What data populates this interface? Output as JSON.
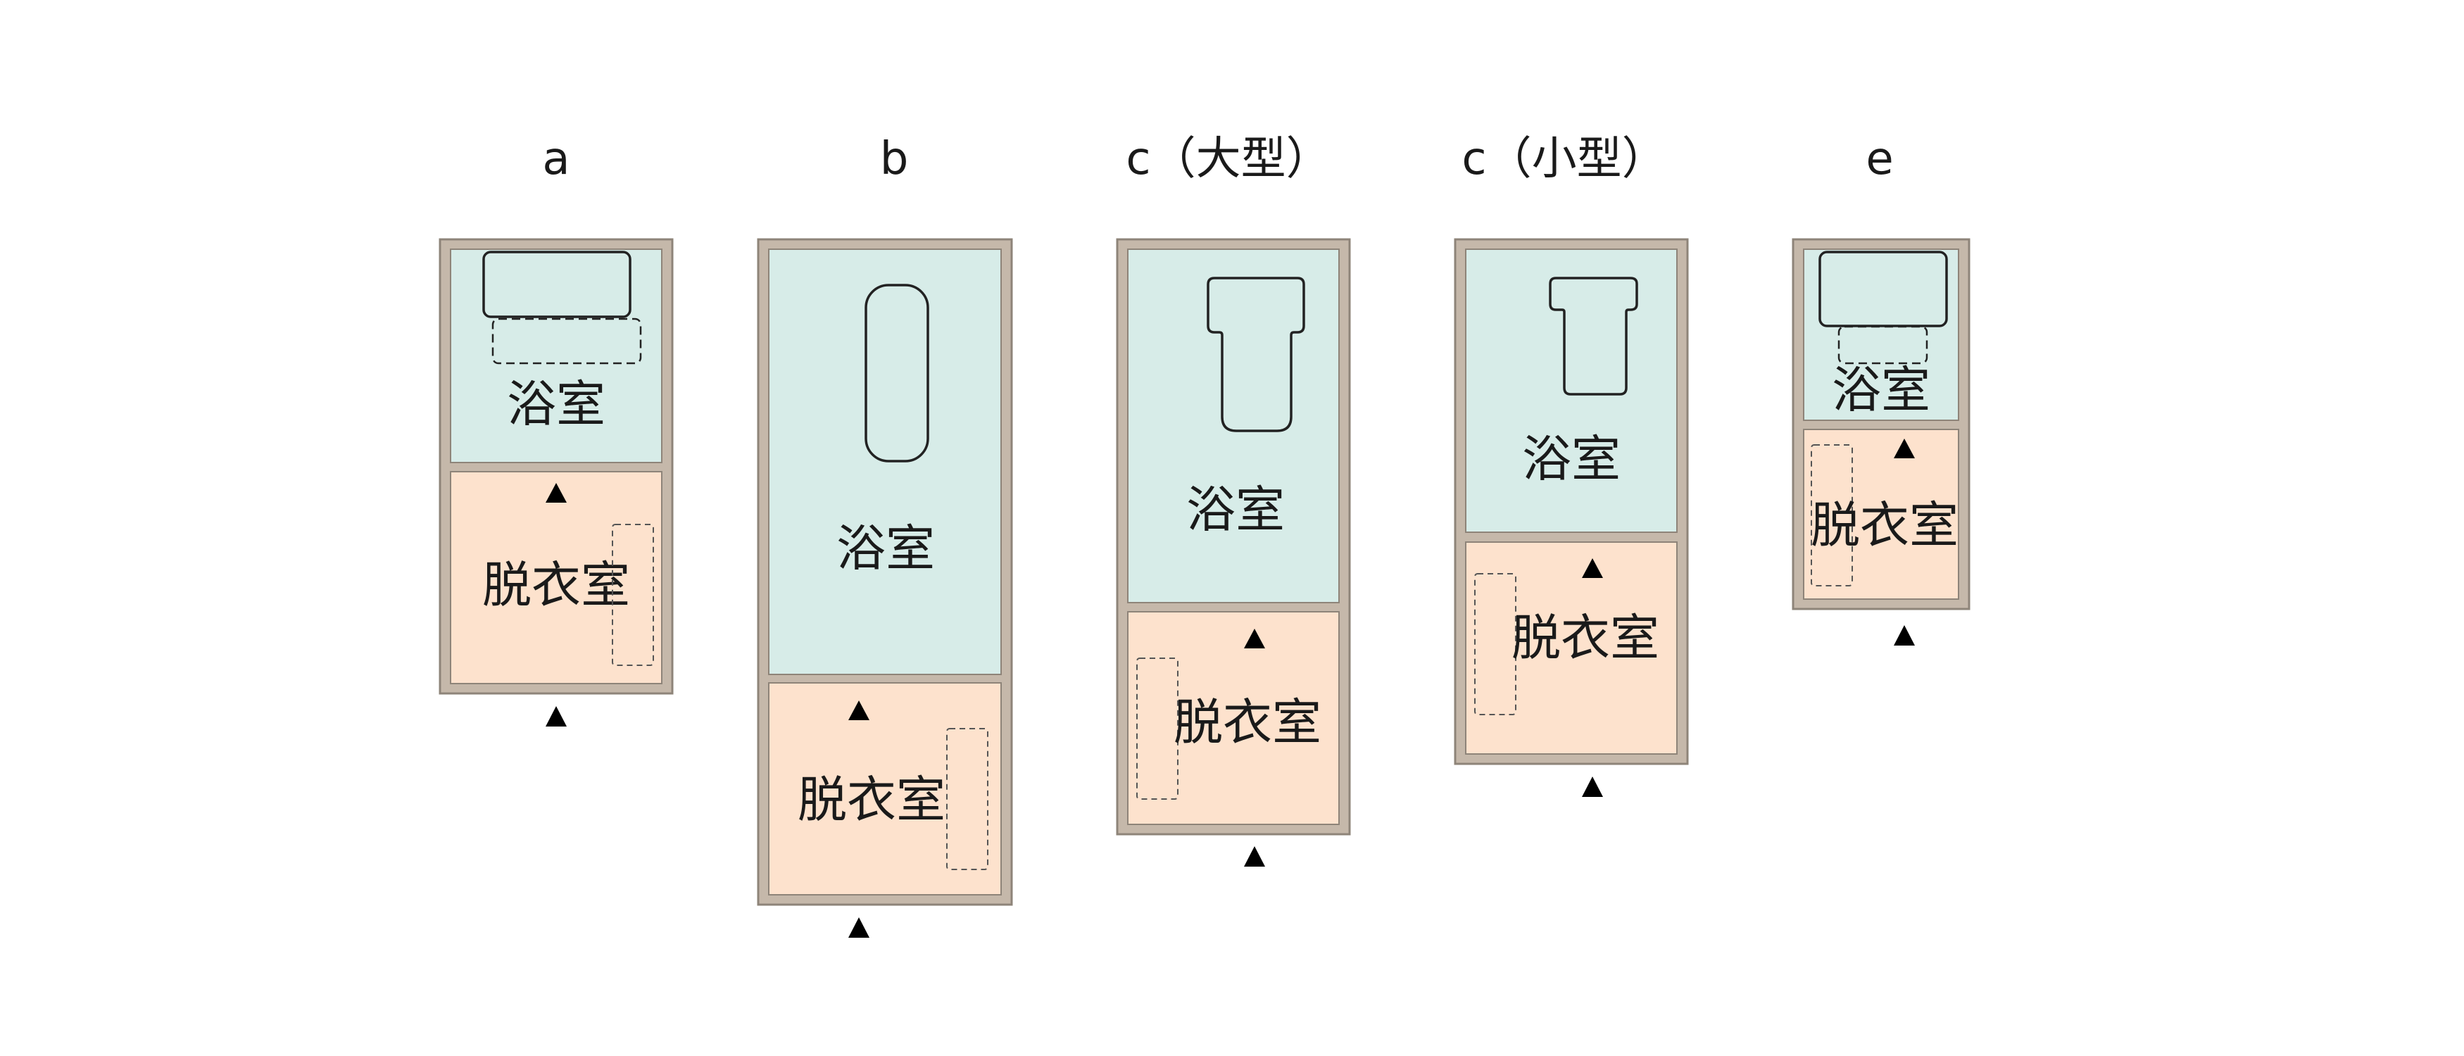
{
  "plans": [
    {
      "id": "a",
      "title": "a",
      "bath_label": "浴室",
      "dressing_label": "脱衣室"
    },
    {
      "id": "b",
      "title": "b",
      "bath_label": "浴室",
      "dressing_label": "脱衣室"
    },
    {
      "id": "c-large",
      "title": "c（大型）",
      "bath_label": "浴室",
      "dressing_label": "脱衣室"
    },
    {
      "id": "c-small",
      "title": "c（小型）",
      "bath_label": "浴室",
      "dressing_label": "脱衣室"
    },
    {
      "id": "e",
      "title": "e",
      "bath_label": "浴室",
      "dressing_label": "脱衣室"
    }
  ],
  "colors": {
    "bath": "#d7ece8",
    "dressing": "#fde2cd",
    "wall": "#c5b8aa"
  }
}
